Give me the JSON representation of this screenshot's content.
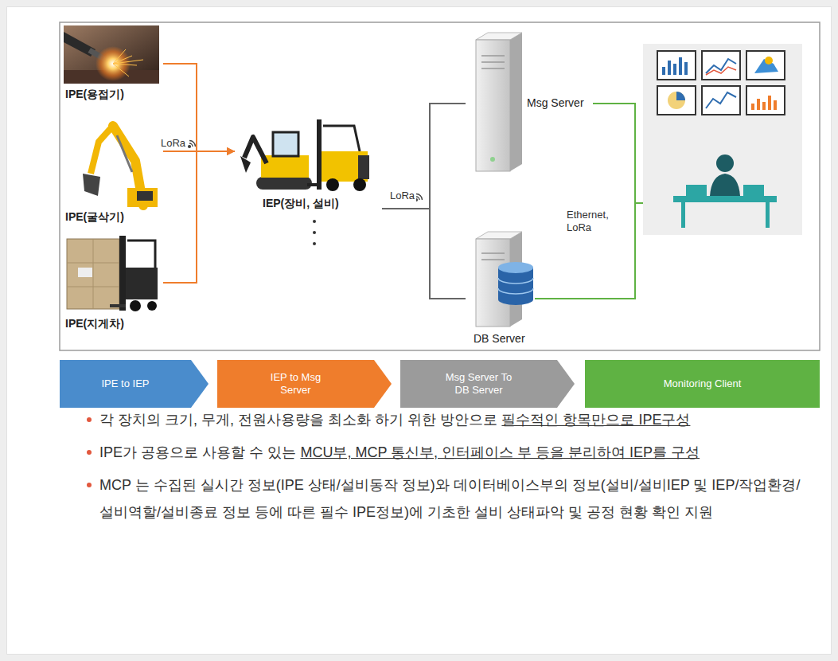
{
  "diagram": {
    "nodes": [
      {
        "text": [
          "IPE(용접기)"
        ]
      },
      {
        "text": [
          "IPE(굴삭기)"
        ]
      },
      {
        "text": [
          "IPE(지게차)"
        ]
      },
      {
        "text": [
          "IEP(장비, 설비)"
        ]
      },
      {
        "text": [
          "Msg Server"
        ]
      },
      {
        "text": [
          "DB Server"
        ]
      },
      {
        "text": [
          "IPE to IEP"
        ]
      },
      {
        "text": [
          "IEP to Msg Server"
        ]
      },
      {
        "text": [
          "Msg Server To DB Server"
        ]
      },
      {
        "text": [
          "Monitoring Client"
        ]
      }
    ],
    "edges": [
      {
        "from": 0,
        "to": 3,
        "arrow": "to"
      },
      {
        "from": 1,
        "to": 3,
        "label": "LoRa",
        "arrow": "to"
      },
      {
        "from": 2,
        "to": 3,
        "arrow": "to"
      },
      {
        "from": 3,
        "to": 4,
        "label": "LoRa",
        "arrow": "none"
      },
      {
        "from": 3,
        "to": 5,
        "arrow": "none"
      }
    ],
    "labels": [
      "Ethernet, LoRa",
      "각 장치의 크기, 무게, 전원사용량을 최소화 하기 위한 방안으로",
      "필수적인 항목만으로 IPE구성",
      "IPE가 공용으로 사용할 수 있는",
      "MCU부, MCP 통신부, 인터페이스 부 등을 분리하여 IEP를 구성",
      "MCP 는 수집된 실시간 정보(IPE 상태/설비동작 정보)와 데이터베이스부의 정보(설비/설비IEP 및 IEP/작업환경/설비역할/설비종료 정보 등에 따른 필수 IPE정보)에 기초한 설비 상태파악 및 공정 현황 확인 지원"
    ]
  }
}
